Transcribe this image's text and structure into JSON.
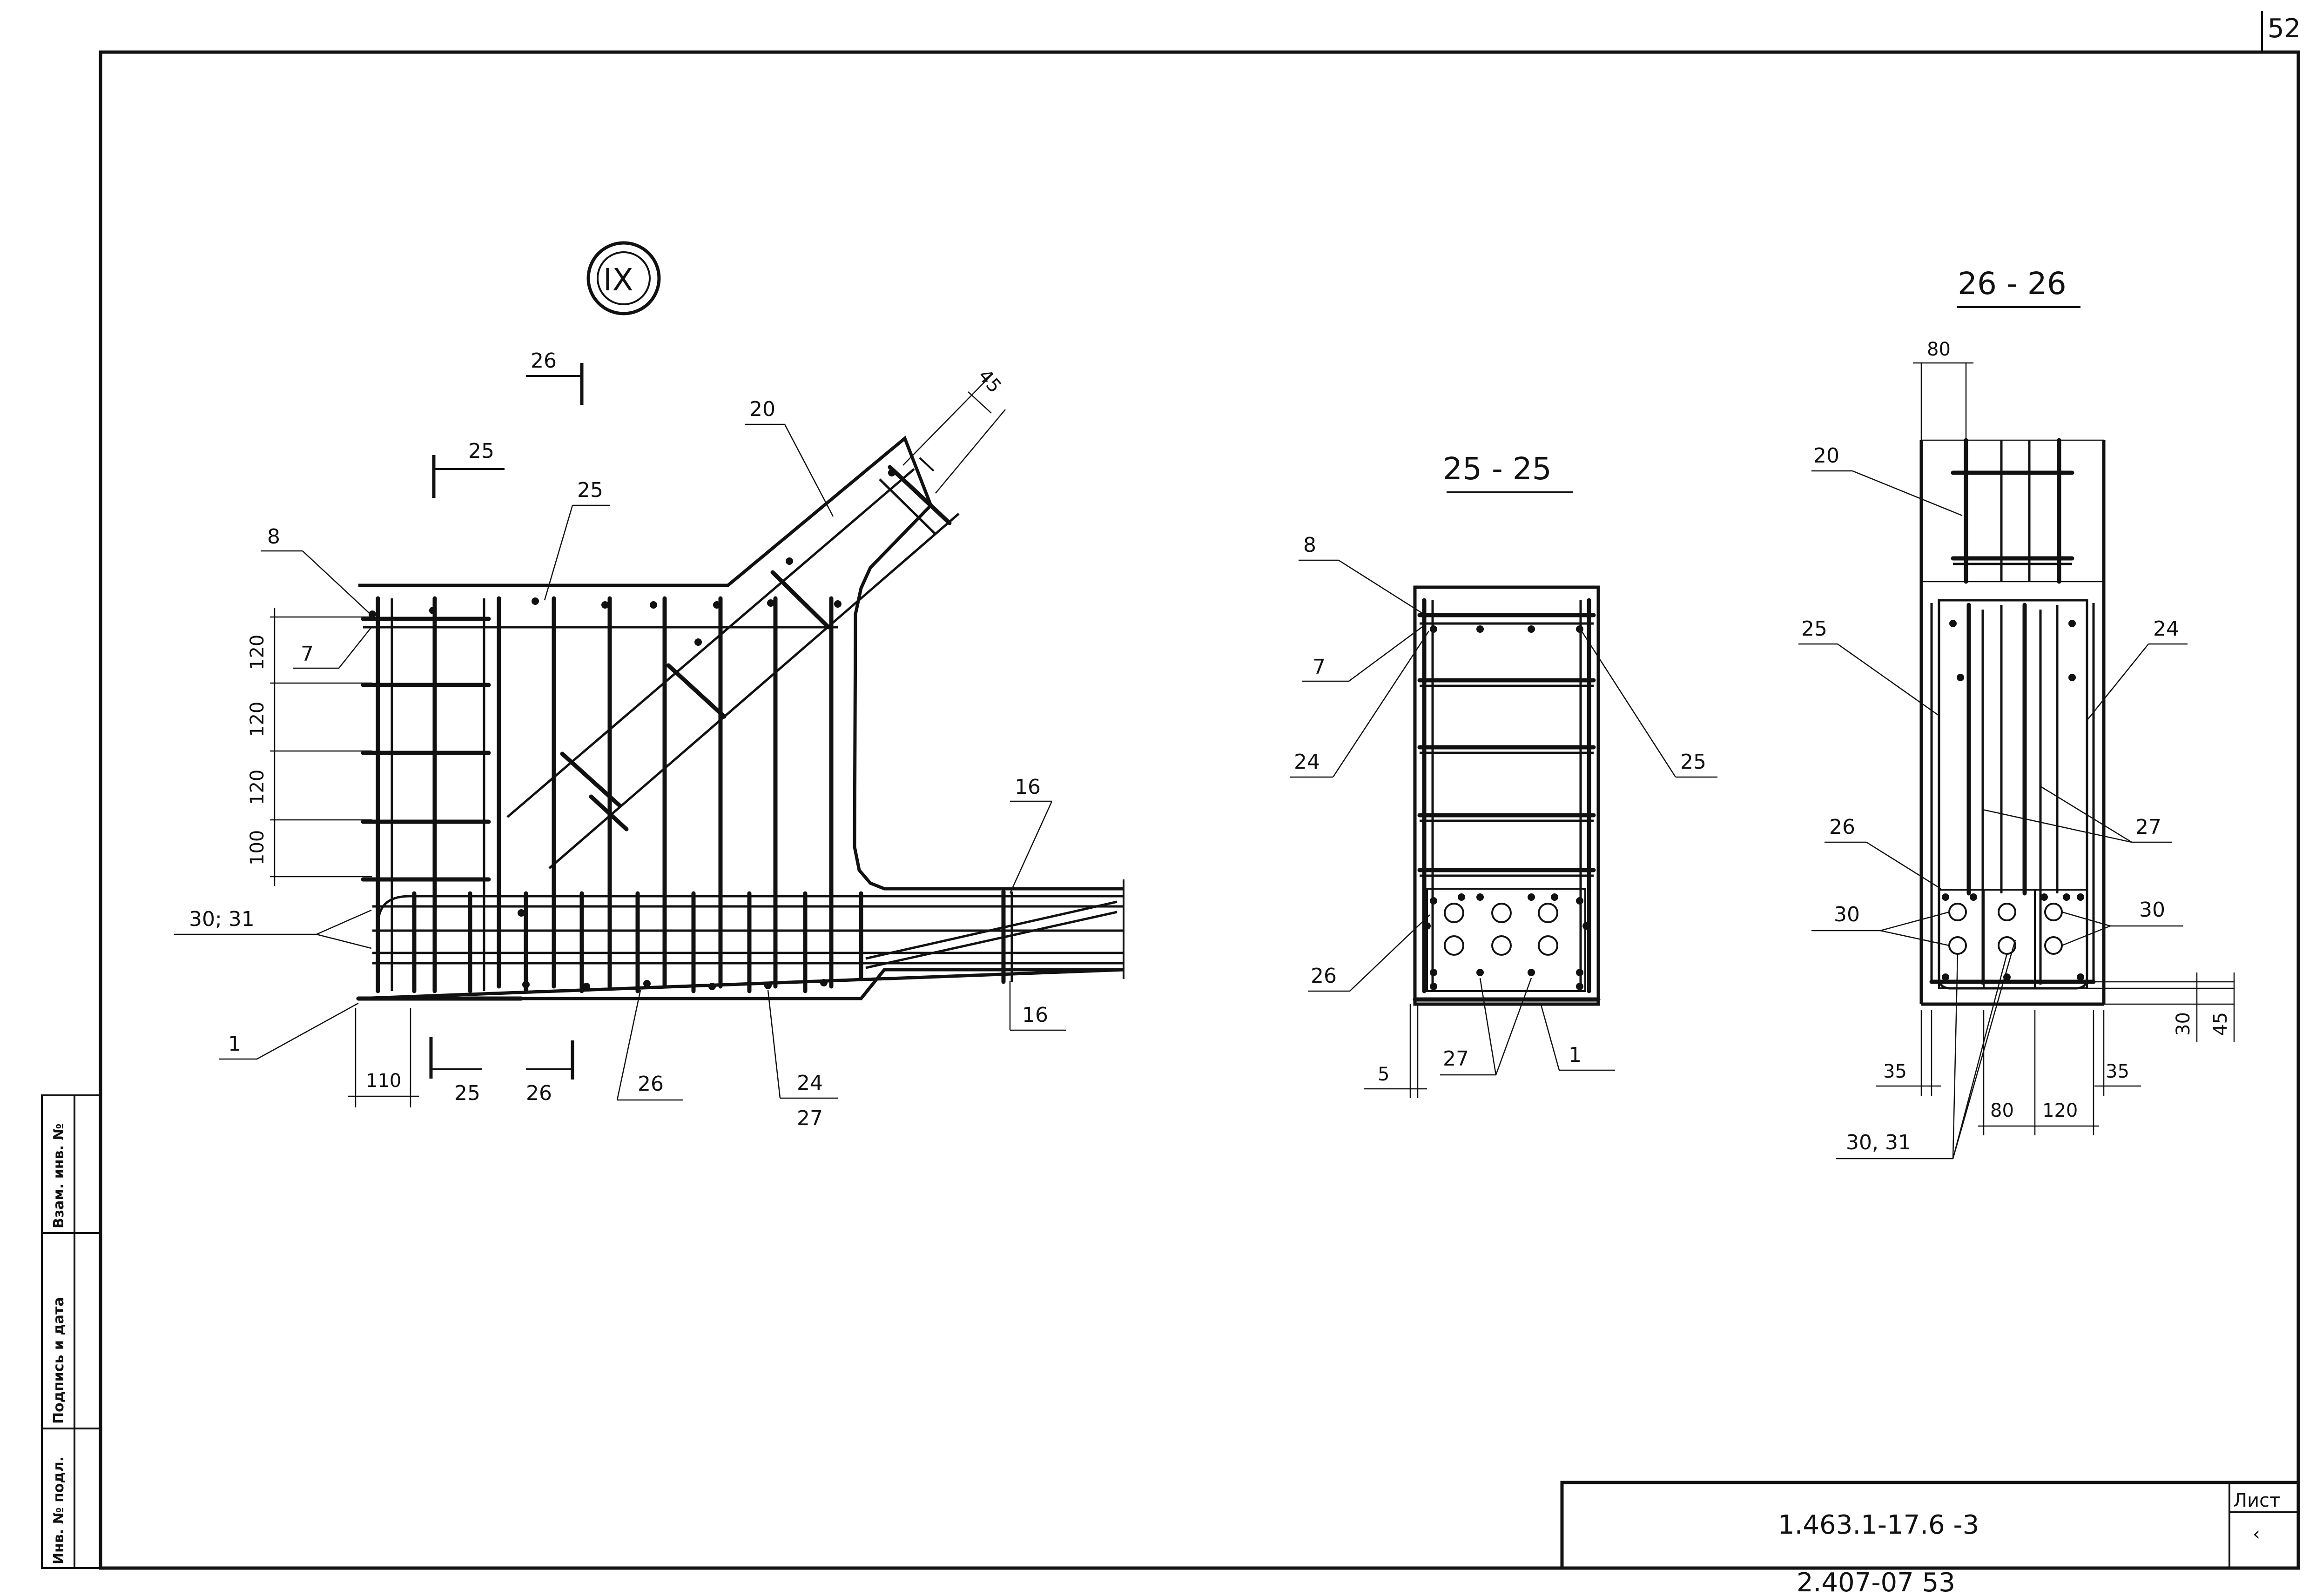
{
  "sheet": {
    "corner_number": "52",
    "stamp_code": "1.463.1-17.6 -3",
    "stamp_bottom": "2.407-07  53",
    "list_label": "Лист",
    "list_value": "‹",
    "side_labels": [
      "Инв. № подл.",
      "Подпись и дата",
      "Взам. инв. №"
    ]
  },
  "elevation": {
    "node_mark": "IX",
    "section_mark_26": "26",
    "section_mark_25": "25",
    "labels": {
      "p20": "20",
      "p25": "25",
      "p8": "8",
      "p7": "7",
      "p16a": "16",
      "p16b": "16",
      "p3031": "30; 31",
      "p1": "1",
      "p26": "26",
      "p24": "24",
      "p27": "27"
    },
    "dims": {
      "d45": "45",
      "d120a": "120",
      "d120b": "120",
      "d120c": "120",
      "d100": "100",
      "d110": "110"
    }
  },
  "section25": {
    "title": "25 - 25",
    "labels": {
      "p8": "8",
      "p7": "7",
      "p24": "24",
      "p25": "25",
      "p26": "26",
      "p27": "27",
      "p1": "1"
    },
    "dims": {
      "d5": "5"
    }
  },
  "section26": {
    "title": "26 - 26",
    "labels": {
      "p20": "20",
      "p25": "25",
      "p24": "24",
      "p27": "27",
      "p26": "26",
      "p30a": "30",
      "p30b": "30",
      "p3031": "30, 31"
    },
    "dims": {
      "d80top": "80",
      "d30": "30",
      "d45": "45",
      "d35a": "35",
      "d35b": "35",
      "d80": "80",
      "d120": "120"
    }
  }
}
